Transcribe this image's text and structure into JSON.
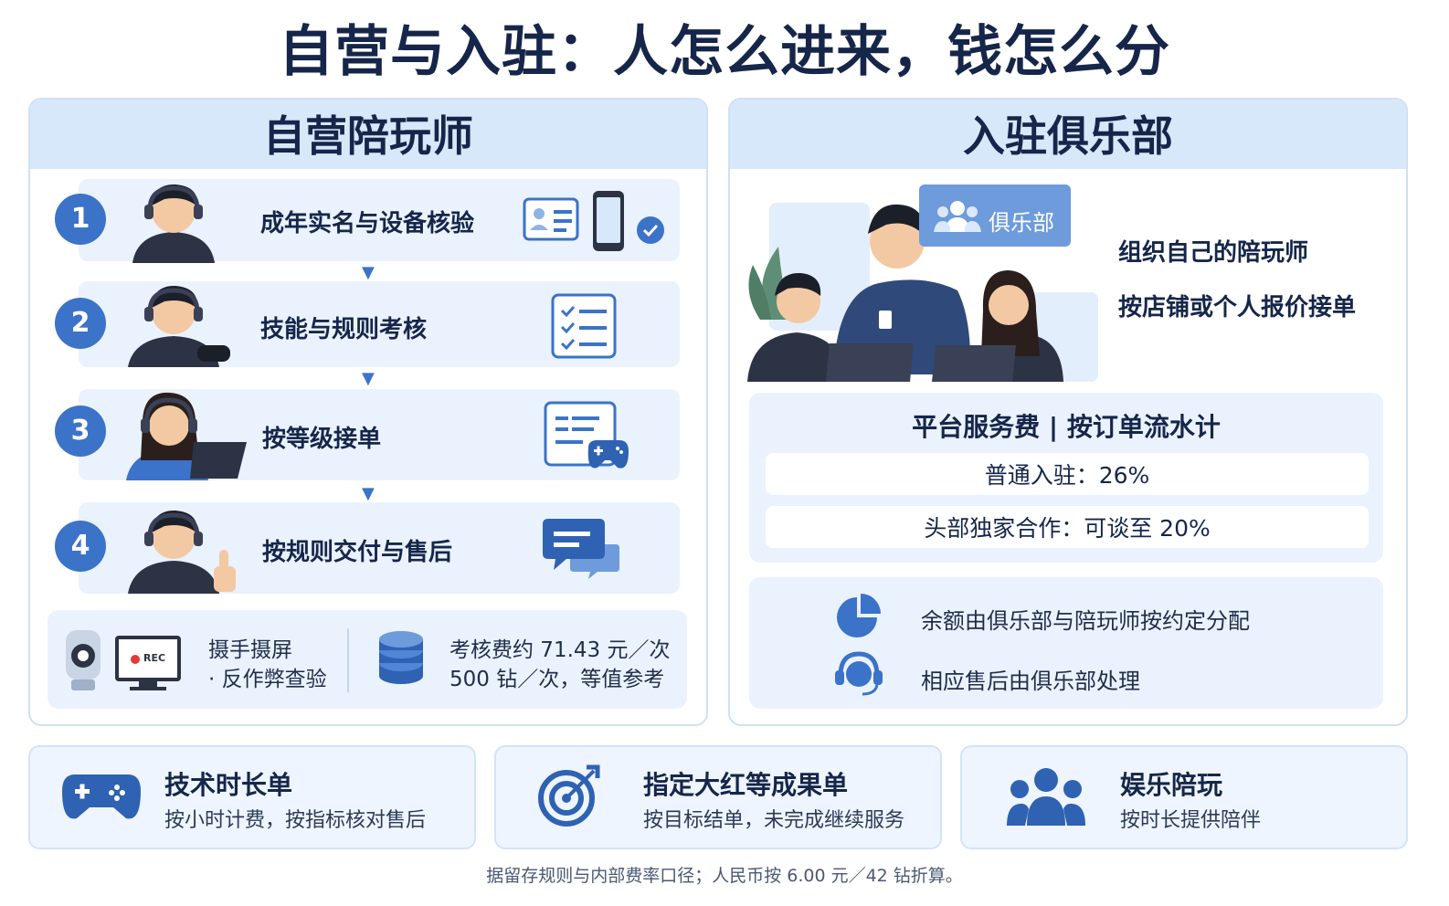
{
  "title": "自营与入驻：人怎么进来，钱怎么分",
  "left": {
    "header": "自营陪玩师",
    "steps": [
      {
        "num": "1",
        "label": "成年实名与设备核验"
      },
      {
        "num": "2",
        "label": "技能与规则考核"
      },
      {
        "num": "3",
        "label": "按等级接单"
      },
      {
        "num": "4",
        "label": "按规则交付与售后"
      }
    ],
    "camera_rec": "REC",
    "info_left_line1": "摄手摄屏",
    "info_left_line2": "· 反作弊查验",
    "info_right_line1": "考核费约 71.43 元／次",
    "info_right_line2": "500 钻／次，等值参考"
  },
  "right": {
    "header": "入驻俱乐部",
    "club_sign": "俱乐部",
    "desc1": "组织自己的陪玩师",
    "desc2": "按店铺或个人报价接单",
    "fee_title": "平台服务费 | 按订单流水计",
    "fee_normal": "普通入驻：26%",
    "fee_top": "头部独家合作：可谈至 20%",
    "note1": "余额由俱乐部与陪玩师按约定分配",
    "note2": "相应售后由俱乐部处理"
  },
  "cards": [
    {
      "title": "技术时长单",
      "sub": "按小时计费，按指标核对售后"
    },
    {
      "title": "指定大红等成果单",
      "sub": "按目标结单，未完成继续服务"
    },
    {
      "title": "娱乐陪玩",
      "sub": "按时长提供陪伴"
    }
  ],
  "footnote": "据留存规则与内部费率口径；人民币按 6.00 元／42 钻折算。",
  "colors": {
    "accent": "#3b73c8",
    "panel_head": "#d8e8fb",
    "soft": "#eaf2fd",
    "title": "#16264a"
  }
}
